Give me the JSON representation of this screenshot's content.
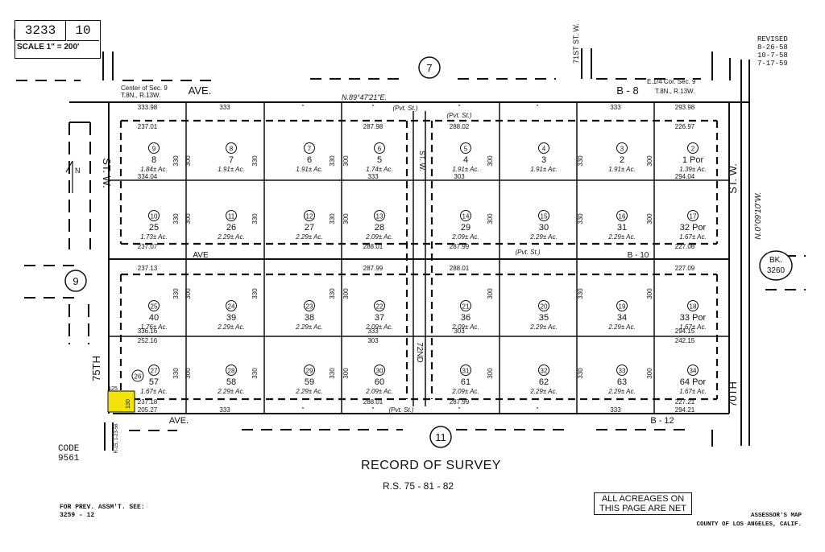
{
  "header": {
    "book": "3233",
    "page": "10",
    "scale": "SCALE 1\" = 200'"
  },
  "revised": {
    "label": "REVISED",
    "dates": [
      "8-26-58",
      "10-7-58",
      "7-17-59"
    ]
  },
  "streets": {
    "top_ave": "AVE.",
    "b8": "B - 8",
    "mid_ave": "AVE",
    "b10": "B - 10",
    "bottom_ave": "AVE.",
    "b12": "B - 12",
    "st_w_left": "ST. W.",
    "st_w_right": "ST. W.",
    "st_w_center": "ST. W.",
    "seventy_fifth": "75TH",
    "seventieth": "70TH",
    "seventy_first": "71ST ST. W.",
    "seventy_second": "72ND",
    "pvt_st": "(Pvt. St.)"
  },
  "section_labels": {
    "top": "7",
    "left": "9",
    "bottom": "11"
  },
  "book_ref": {
    "line1": "BK.",
    "line2": "3260"
  },
  "corner_notes": {
    "center": [
      "Center of Sec. 9",
      "T.8N., R.13W."
    ],
    "east": [
      "E.1/4 Cor. Sec. 9",
      "T.8N., R.13W."
    ]
  },
  "bearings": {
    "top": "N.89°47'21\"E.",
    "right": "N.0°09'10\"W."
  },
  "parcels": [
    {
      "circle": "9",
      "lot": "8",
      "acres": "1.84± Ac."
    },
    {
      "circle": "8",
      "lot": "7",
      "acres": "1.91± Ac."
    },
    {
      "circle": "7",
      "lot": "6",
      "acres": "1.91± Ac."
    },
    {
      "circle": "6",
      "lot": "5",
      "acres": "1.74± Ac."
    },
    {
      "circle": "5",
      "lot": "4",
      "acres": "1.91± Ac."
    },
    {
      "circle": "4",
      "lot": "3",
      "acres": "1.91± Ac."
    },
    {
      "circle": "3",
      "lot": "2",
      "acres": "1.91± Ac."
    },
    {
      "circle": "2",
      "lot": "1 Por",
      "acres": "1.39± Ac."
    },
    {
      "circle": "10",
      "lot": "25",
      "acres": "1.73± Ac."
    },
    {
      "circle": "11",
      "lot": "26",
      "acres": "2.29± Ac."
    },
    {
      "circle": "12",
      "lot": "27",
      "acres": "2.29± Ac."
    },
    {
      "circle": "13",
      "lot": "28",
      "acres": "2.09± Ac."
    },
    {
      "circle": "14",
      "lot": "29",
      "acres": "2.09± Ac."
    },
    {
      "circle": "15",
      "lot": "30",
      "acres": "2.29± Ac."
    },
    {
      "circle": "16",
      "lot": "31",
      "acres": "2.29± Ac."
    },
    {
      "circle": "17",
      "lot": "32 Por",
      "acres": "1.67± Ac."
    },
    {
      "circle": "25",
      "lot": "40",
      "acres": "1.76± Ac."
    },
    {
      "circle": "24",
      "lot": "39",
      "acres": "2.29± Ac."
    },
    {
      "circle": "23",
      "lot": "38",
      "acres": "2.29± Ac."
    },
    {
      "circle": "22",
      "lot": "37",
      "acres": "2.09± Ac."
    },
    {
      "circle": "21",
      "lot": "36",
      "acres": "2.09± Ac."
    },
    {
      "circle": "20",
      "lot": "35",
      "acres": "2.29± Ac."
    },
    {
      "circle": "19",
      "lot": "34",
      "acres": "2.29± Ac."
    },
    {
      "circle": "18",
      "lot": "33 Por",
      "acres": "1.67± Ac."
    },
    {
      "circle": "27",
      "lot": "57",
      "acres": "1.67± Ac."
    },
    {
      "circle": "28",
      "lot": "58",
      "acres": "2.29± Ac."
    },
    {
      "circle": "29",
      "lot": "59",
      "acres": "2.29± Ac."
    },
    {
      "circle": "30",
      "lot": "60",
      "acres": "2.09± Ac."
    },
    {
      "circle": "31",
      "lot": "61",
      "acres": "2.09± Ac."
    },
    {
      "circle": "32",
      "lot": "62",
      "acres": "2.29± Ac."
    },
    {
      "circle": "33",
      "lot": "63",
      "acres": "2.29± Ac."
    },
    {
      "circle": "34",
      "lot": "64 Por",
      "acres": "1.67± Ac."
    }
  ],
  "extra_parcel": {
    "circle": "26"
  },
  "dimensions": {
    "row1_top": [
      "237.01",
      "",
      "",
      "287.98",
      "288.02",
      "",
      "",
      "226.97"
    ],
    "row1_bottom": [
      "334.04",
      "",
      "",
      "333",
      "303",
      "",
      "",
      "294.04"
    ],
    "top_street": [
      "333.98",
      "333",
      "\"",
      "\"",
      "\"",
      "\"",
      "333",
      "293.98"
    ],
    "mid_top": [
      "237.07",
      "",
      "",
      "288.01",
      "287.99",
      "",
      "",
      "227.08"
    ],
    "mid_bottom": [
      "237.13",
      "",
      "",
      "287.99",
      "288.01",
      "",
      "",
      "227.09"
    ],
    "row3_bottom": [
      "336.16",
      "",
      "",
      "333",
      "303",
      "",
      "",
      "294.15"
    ],
    "bottom_top": [
      "252.16",
      "",
      "",
      "303",
      "",
      "",
      "",
      "242.15"
    ],
    "bottom_line": [
      "237.18",
      "",
      "",
      "288.01",
      "287.99",
      "",
      "",
      "227.21"
    ],
    "bottom_street": [
      "205.27",
      "333",
      "\"",
      "\"",
      "\"",
      "\"",
      "333",
      "294.21"
    ],
    "col_300": "300",
    "col_330": "330"
  },
  "highlight_parcel": {
    "labels": [
      "125",
      "130"
    ],
    "color": "#f2e20a"
  },
  "code": {
    "label": "CODE",
    "value": "9561"
  },
  "title": "RECORD OF SURVEY",
  "rs_number": "R.S. 75 - 81 - 82",
  "prev_assessment": {
    "line1": "FOR PREV. ASSM'T. SEE:",
    "line2": "3259 - 12"
  },
  "acreage_note": {
    "line1": "ALL ACREAGES ON",
    "line2": "THIS PAGE ARE NET"
  },
  "assessor": {
    "line1": "ASSESSOR'S MAP",
    "line2": "COUNTY OF LOS ANGELES, CALIF."
  },
  "margin_note": "R-15, 1-23-56"
}
